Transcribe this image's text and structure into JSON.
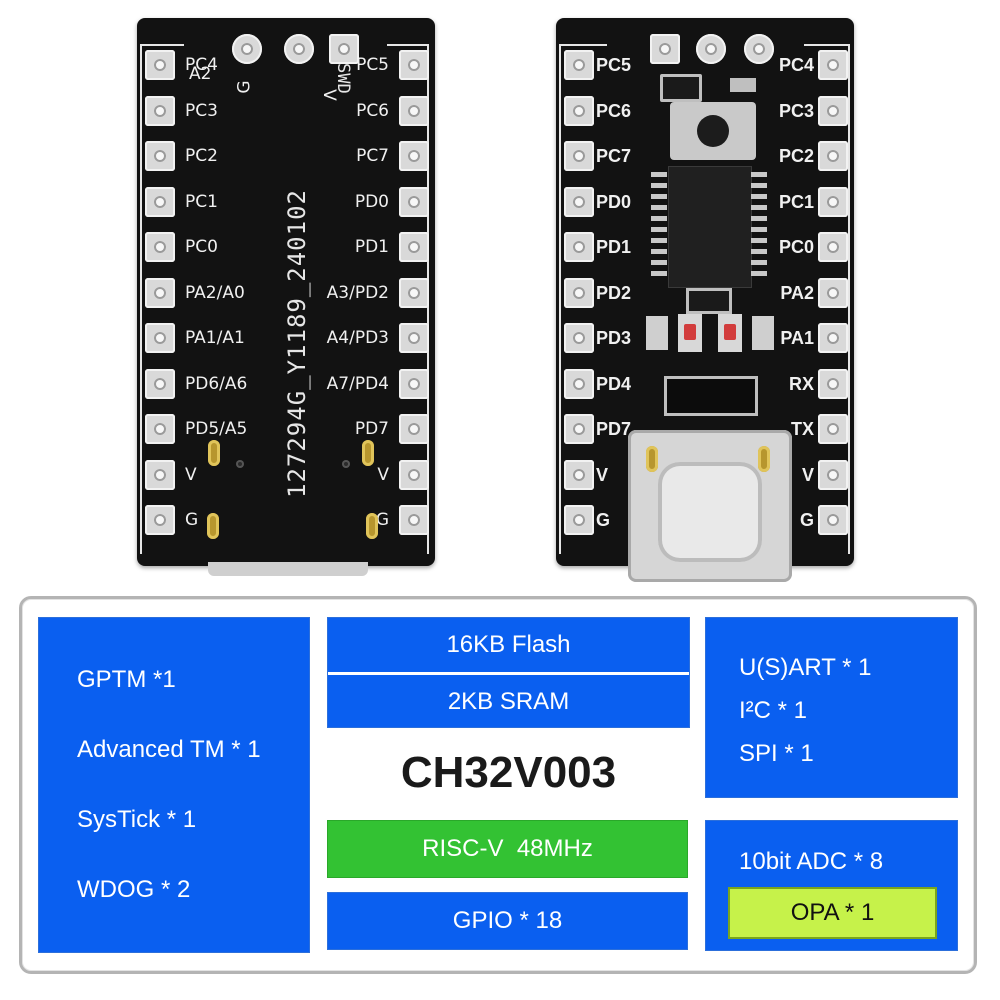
{
  "boards": {
    "back": {
      "left_labels": [
        "PC4",
        "PC3",
        "PC2",
        "PC1",
        "PC0",
        "PA2/A0",
        "PA1/A1",
        "PD6/A6",
        "PD5/A5",
        "V",
        "G"
      ],
      "left_sub": "A2",
      "right_labels": [
        "PC5",
        "PC6",
        "PC7",
        "PD0",
        "PD1",
        "A3/PD2",
        "A4/PD3",
        "A7/PD4",
        "PD7",
        "V",
        "G"
      ],
      "top_g": "G",
      "top_v": "V",
      "swd": "SWD",
      "serial": "127294G_Y1189_240102"
    },
    "front": {
      "left_labels": [
        "PC5",
        "PC6",
        "PC7",
        "PD0",
        "PD1",
        "PD2",
        "PD3",
        "PD4",
        "PD7",
        "V",
        "G"
      ],
      "right_labels": [
        "PC4",
        "PC3",
        "PC2",
        "PC1",
        "PC0",
        "PA2",
        "PA1",
        "RX",
        "TX",
        "V",
        "G"
      ]
    }
  },
  "diagram": {
    "chip_name": "CH32V003",
    "timers": [
      "GPTM *1",
      "Advanced TM * 1",
      "SysTick  * 1",
      "WDOG * 2"
    ],
    "memory": {
      "flash": "16KB Flash",
      "sram": "2KB SRAM"
    },
    "core": "RISC-V  48MHz",
    "gpio": "GPIO * 18",
    "comm": [
      "U(S)ART * 1",
      "I²C * 1",
      "SPI * 1"
    ],
    "adc": "10bit ADC * 8",
    "opa": "OPA * 1",
    "colors": {
      "block_blue": "#0a5ff0",
      "core_green": "#33c233",
      "opa_yellow": "#c6f24a",
      "panel_border": "#b4b4b4"
    }
  }
}
